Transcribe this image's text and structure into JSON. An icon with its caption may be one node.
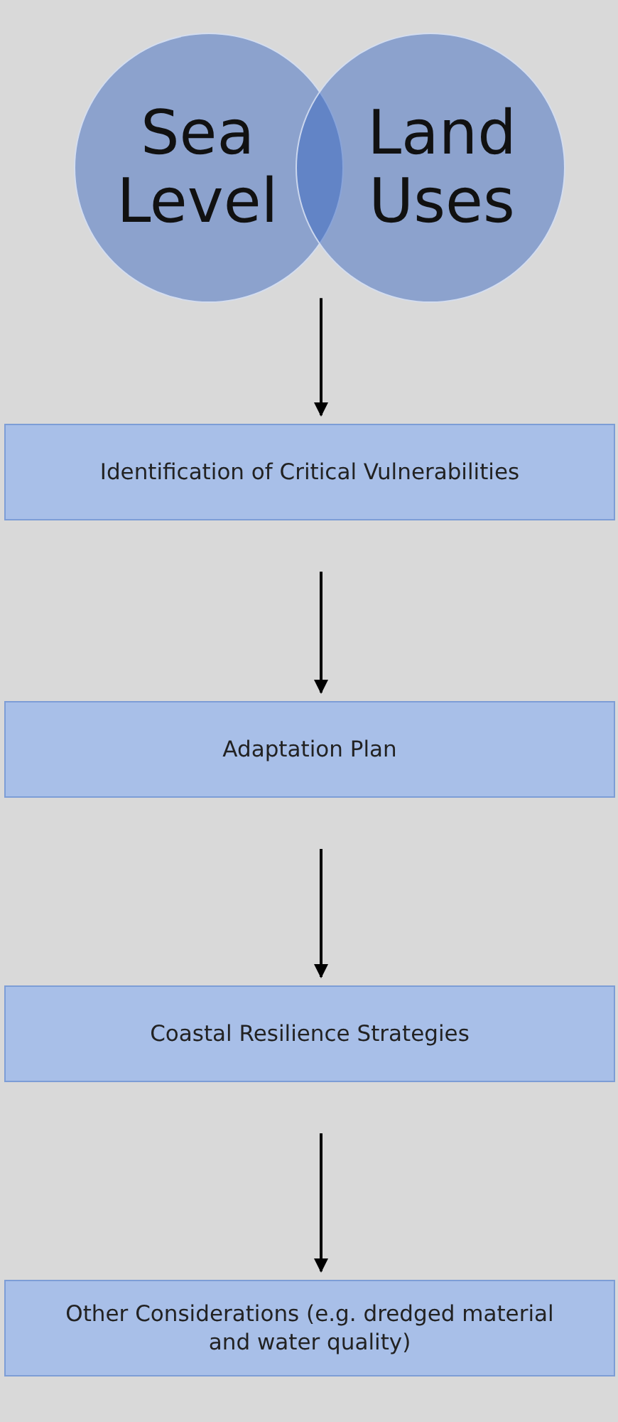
{
  "diagram": {
    "nodes": [
      {
        "text": [
          "Sea Level"
        ]
      },
      {
        "text": [
          "Land Uses"
        ]
      },
      {
        "text": [
          "Identification of Critical Vulnerabilities"
        ]
      },
      {
        "text": [
          "Adaptation Plan"
        ]
      },
      {
        "text": [
          "Coastal Resilience Strategies"
        ]
      },
      {
        "text": [
          "Other Considerations (e.g. dredged material and water quality)"
        ]
      }
    ],
    "edges": [
      {
        "from": 0,
        "to": 2,
        "arrow": "to"
      },
      {
        "from": 1,
        "to": 2,
        "arrow": "to"
      },
      {
        "from": 2,
        "to": 3,
        "arrow": "to"
      },
      {
        "from": 3,
        "to": 4,
        "arrow": "to"
      },
      {
        "from": 4,
        "to": 5,
        "arrow": "to"
      }
    ]
  }
}
